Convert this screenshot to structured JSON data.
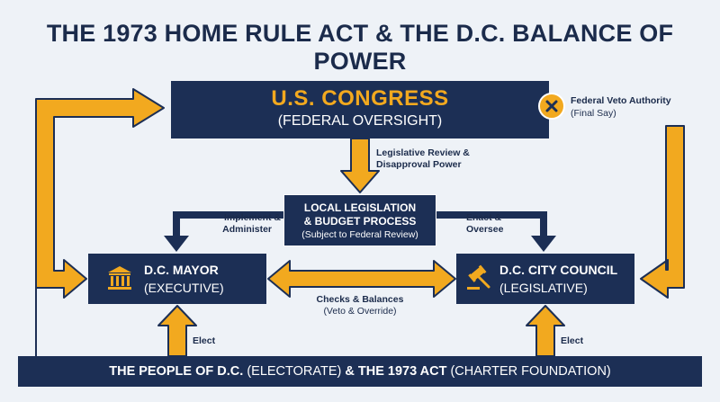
{
  "title": "THE 1973 HOME RULE ACT & THE D.C. BALANCE OF POWER",
  "congress": {
    "name": "U.S. CONGRESS",
    "sub": "(FEDERAL OVERSIGHT)"
  },
  "veto": {
    "label": "Federal Veto Authority",
    "sub": "(Final Say)"
  },
  "review": {
    "line1": "Legislative Review &",
    "line2": "Disapproval Power"
  },
  "local": {
    "line1": "LOCAL LEGISLATION",
    "line2": "& BUDGET PROCESS",
    "line3": "(Subject to Federal Review)"
  },
  "implement": {
    "line1": "Implement &",
    "line2": "Administer"
  },
  "enact": {
    "line1": "Enact &",
    "line2": "Oversee"
  },
  "mayor": {
    "name": "D.C. MAYOR",
    "sub": "(EXECUTIVE)"
  },
  "council": {
    "name": "D.C. CITY COUNCIL",
    "sub": "(LEGISLATIVE)"
  },
  "checks": {
    "line1": "Checks & Balances",
    "line2": "(Veto & Override)"
  },
  "elect_left": "Elect",
  "elect_right": "Elect",
  "people": {
    "part1": "THE PEOPLE OF D.C.",
    "part2": "(ELECTORATE)",
    "part3": "& THE 1973 ACT",
    "part4": "(CHARTER FOUNDATION)"
  },
  "colors": {
    "navy": "#1c2f55",
    "gold": "#f2a91f",
    "background": "#eef2f7"
  }
}
